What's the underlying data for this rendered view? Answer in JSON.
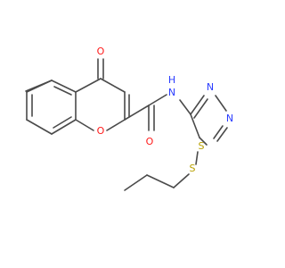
{
  "molecule": {
    "atoms": {
      "carbonyl_oxygen_top": "O",
      "ring_oxygen": "O",
      "amide_oxygen": "O",
      "amide_nitrogen": "N",
      "amide_hydrogen": "H",
      "thiadiazole_n1": "N",
      "thiadiazole_n2": "N",
      "thiadiazole_sulfur": "S",
      "thioether_sulfur": "S"
    }
  },
  "colors": {
    "bond": "#4a4a4a",
    "oxygen": "#ff1a1a",
    "nitrogen": "#2a3cff",
    "sulfur": "#b8a000",
    "background": "#ffffff"
  }
}
